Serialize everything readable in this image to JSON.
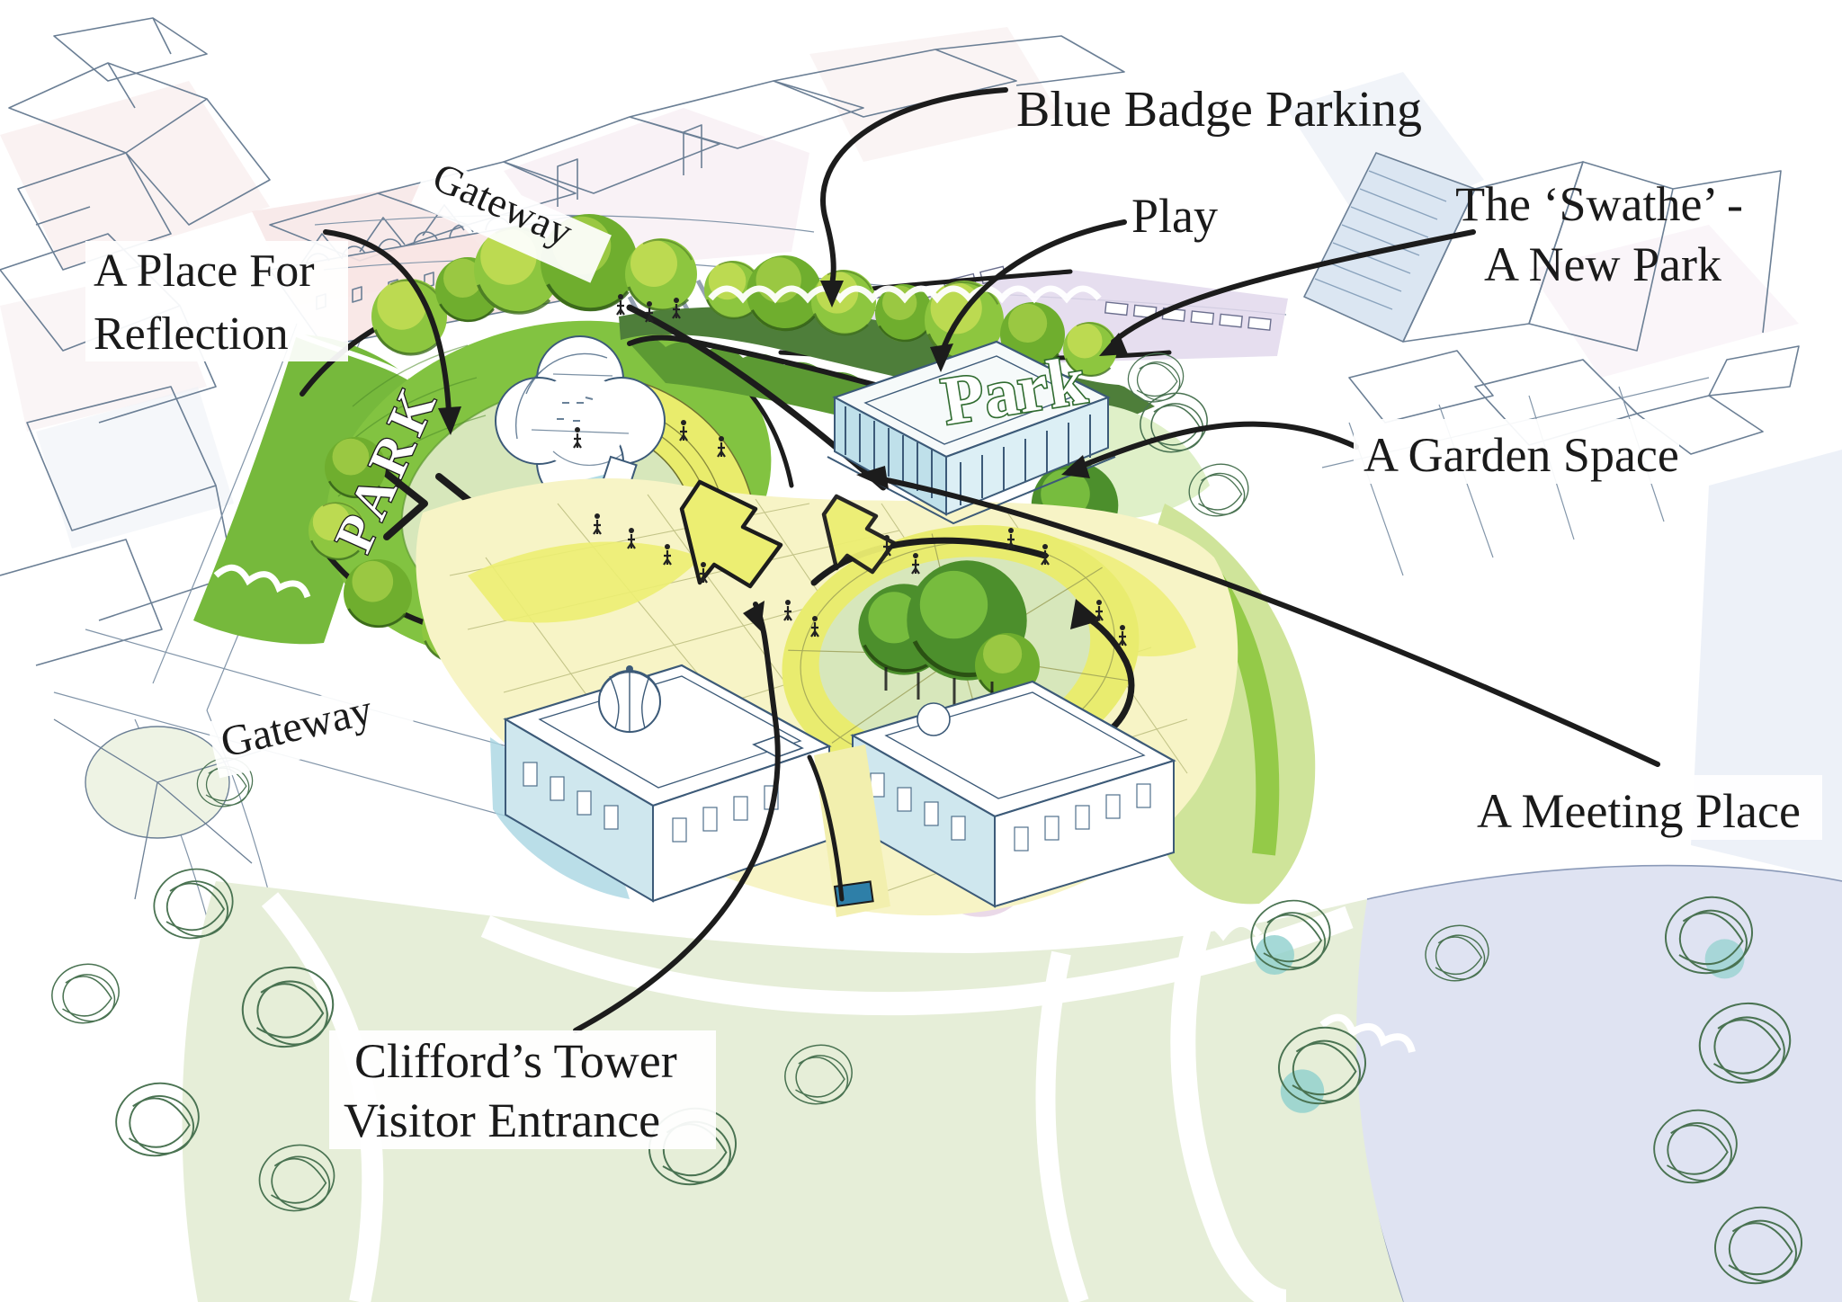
{
  "title": "Hand-drawn aerial masterplan sketch of the Castle area with annotated landscape proposals",
  "labels": {
    "blue_badge_parking": "Blue Badge Parking",
    "play": "Play",
    "swathe_line1": "The ‘Swathe’ -",
    "swathe_line2": "A New Park",
    "garden_space": "A Garden Space",
    "meeting_place": "A Meeting Place",
    "reflection_line1": "A Place For",
    "reflection_line2": "Reflection",
    "cliffords_line1": "Clifford’s Tower",
    "cliffords_line2": "Visitor Entrance",
    "gateway_upper": "Gateway",
    "gateway_lower": "Gateway",
    "park_vertical": "PARK",
    "park_band": "Park"
  },
  "colors": {
    "ink": "#1c1c1c",
    "bright_green": "#8dc63f",
    "mid_green": "#6fae2e",
    "dark_green_band": "#4e7e3a",
    "tree_dark_green": "#4c8f2c",
    "pale_lawn": "#d7e7bb",
    "path_yellow": "#ecee72",
    "pale_yellow": "#f7f4c6",
    "building_blue_wash": "#bfe0ea",
    "pink_wash": "#f6e3e3",
    "lilac_wash": "#e2d8ec",
    "river_blue": "#dfe3f2",
    "sketch_line": "#6b7f95"
  }
}
